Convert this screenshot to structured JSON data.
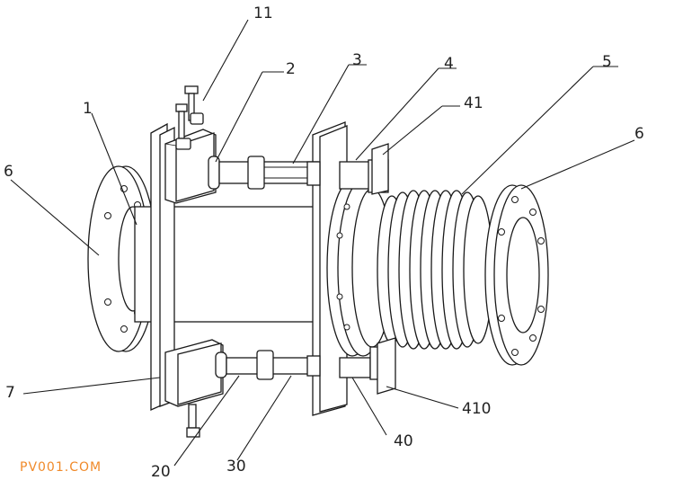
{
  "labels": {
    "l11": "11",
    "l2": "2",
    "l3": "3",
    "l4": "4",
    "l5": "5",
    "l41": "41",
    "l6a": "6",
    "l6b": "6",
    "l1": "1",
    "l7": "7",
    "l410": "410",
    "l40": "40",
    "l30": "30",
    "l20": "20"
  },
  "watermark": {
    "text": "PV001.COM",
    "color": "#f08a2a"
  },
  "colors": {
    "line": "#1a1a1a",
    "background": "#ffffff"
  }
}
